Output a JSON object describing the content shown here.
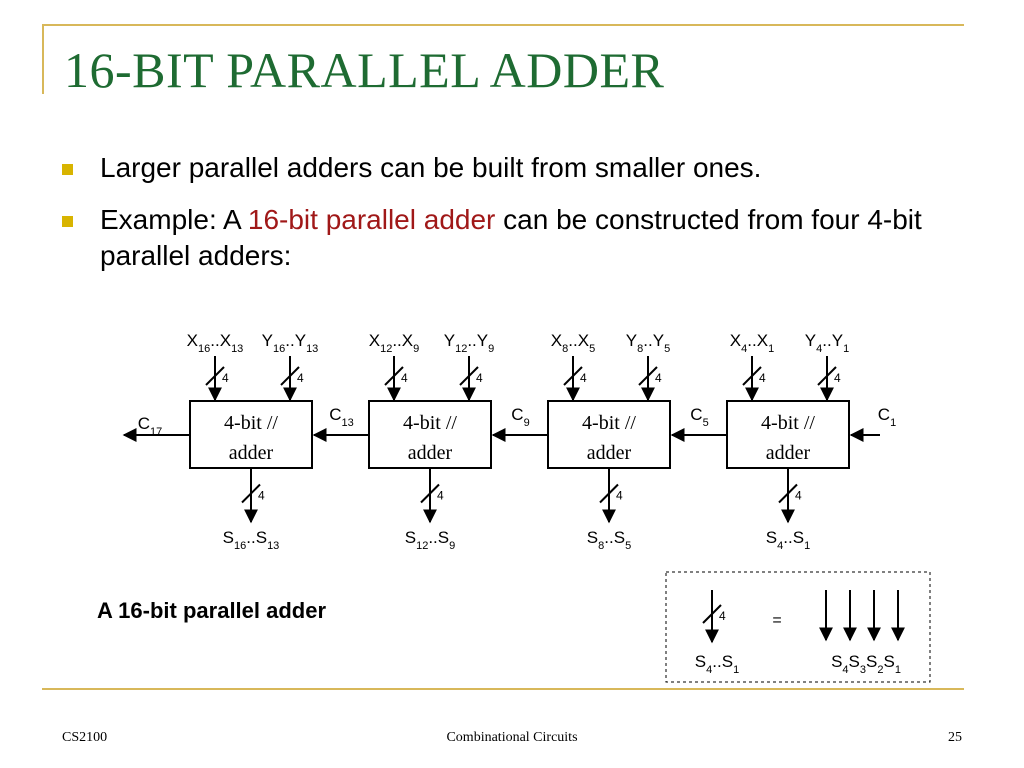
{
  "slide": {
    "title": "16-BIT PARALLEL ADDER",
    "bullets": [
      {
        "text": "Larger parallel adders can be built from smaller ones."
      },
      {
        "pre": "Example: A ",
        "highlight": "16-bit parallel adder",
        "post": " can be constructed from four 4-bit parallel adders:"
      }
    ],
    "caption": "A 16-bit parallel adder",
    "footer": {
      "course": "CS2100",
      "topic": "Combinational Circuits",
      "page": "25"
    }
  },
  "diagram": {
    "adders": [
      {
        "line1": "4-bit //",
        "line2": "adder",
        "x_in": [
          "X",
          "16",
          "..X",
          "13"
        ],
        "y_in": [
          "Y",
          "16",
          "..Y",
          "13"
        ],
        "sum": [
          "S",
          "16",
          "..S",
          "13"
        ],
        "carry_out": [
          "C",
          "17"
        ]
      },
      {
        "line1": "4-bit //",
        "line2": "adder",
        "x_in": [
          "X",
          "12",
          "..X",
          "9"
        ],
        "y_in": [
          "Y",
          "12",
          "..Y",
          "9"
        ],
        "sum": [
          "S",
          "12",
          "..S",
          "9"
        ],
        "carry_out": [
          "C",
          "13"
        ]
      },
      {
        "line1": "4-bit //",
        "line2": "adder",
        "x_in": [
          "X",
          "8",
          "..X",
          "5"
        ],
        "y_in": [
          "Y",
          "8",
          "..Y",
          "5"
        ],
        "sum": [
          "S",
          "8",
          "..S",
          "5"
        ],
        "carry_out": [
          "C",
          "9"
        ]
      },
      {
        "line1": "4-bit //",
        "line2": "adder",
        "x_in": [
          "X",
          "4",
          "..X",
          "1"
        ],
        "y_in": [
          "Y",
          "4",
          "..Y",
          "1"
        ],
        "sum": [
          "S",
          "4",
          "..S",
          "1"
        ],
        "carry_out": [
          "C",
          "5"
        ]
      }
    ],
    "carry_in": [
      "C",
      "1"
    ],
    "bus_width": "4",
    "legend": {
      "equals": "=",
      "bus_label": [
        "S",
        "4",
        "..S",
        "1"
      ],
      "bits_label": [
        "S",
        "4",
        "S",
        "3",
        "S",
        "2",
        "S",
        "1"
      ]
    }
  }
}
